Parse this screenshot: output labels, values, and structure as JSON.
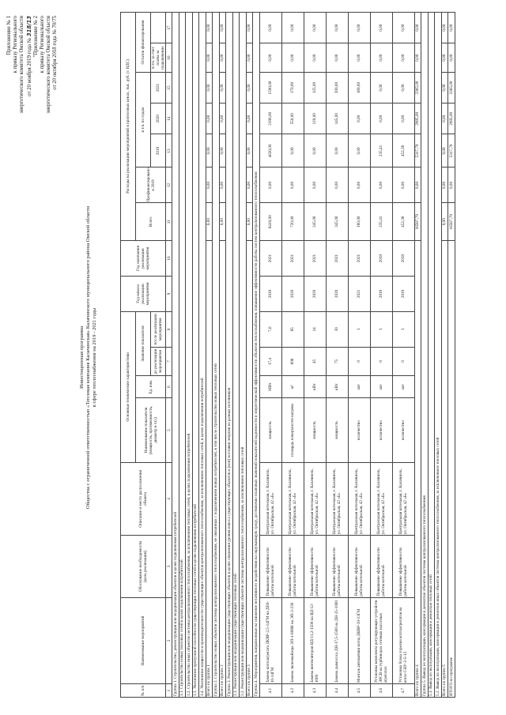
{
  "approval": {
    "l1": "Приложение № 1",
    "l2": "к приказу Регионального",
    "l3": "энергетического комитета Омской области",
    "l4": "от 20 ноября 2019 года №",
    "l4_hand": "318/13",
    "l5": "\"Приложение № 2",
    "l6": "к приказу Регионального",
    "l7": "энергетического комитета Омской области",
    "l8": "от 20 октября 2018 года № 70/75"
  },
  "title": {
    "l1": "Инвестиционная программа",
    "l2": "Общества с ограниченной ответственностью «Тепловая компания Калачинская» Калачинского муниципального района Омской области",
    "l3": "в сфере теплоснабжения на 2019 - 2021 годы"
  },
  "table": {
    "headers": {
      "h1": "№ п/п",
      "h2": "Наименование мероприятий",
      "h3": "Обоснование необходимости (цель реализации)",
      "h4": "Описание и место расположения объекта",
      "h5": "Основные технические характеристики",
      "h5a": "Наименование показателя (мощность, протяженность, диаметр и т.п.)",
      "h5b": "Ед. изм.",
      "h5c": "Значение показателя",
      "h5c1": "до реализации мероприятия",
      "h5c2": "после реализации мероприятия",
      "h6": "Год начала реализации мероприятия",
      "h7": "Год окончания реализации мероприятия",
      "h8": "Расходы на реализацию мероприятий в прогнозных ценах, тыс. руб. (с НДС)",
      "h8a": "Всего",
      "h8b": "Профинансировано к 2019",
      "h8c": "в т.ч. по годам",
      "h8d": "Остаток финансирования",
      "h8d1": "в т.ч. за счет платы за подключение",
      "h8d2": "",
      "y2019": "2019",
      "y2020": "2020",
      "y2021": "2021"
    },
    "colnums": [
      "1",
      "2",
      "3",
      "4",
      "5",
      "6",
      "7",
      "8",
      "9",
      "10",
      "11",
      "12",
      "13",
      "14",
      "15",
      "16",
      "17"
    ],
    "rows": [
      {
        "t": "grp",
        "text": "Группа 1. Строительство, реконструкция или модернизация объектов в целях подключения потребителей"
      },
      {
        "t": "grp",
        "text": "1.1. Строительство новых тепловых сетей в целях подключения потребителей"
      },
      {
        "t": "grp",
        "text": "1.2. Строительство иных объектов системы централизованного теплоснабжения, за исключением тепловых сетей, в целях подключения потребителей"
      },
      {
        "t": "grp",
        "text": "1.3. Увеличение пропускной способности существующих тепловых сетей в целях подключения потребителей"
      },
      {
        "t": "grp",
        "text": "1.4. Увеличение мощности и производительности существующих объектов централизованного теплоснабжения, за исключением тепловых сетей, в целях подключения потребителей"
      },
      {
        "t": "tot",
        "label": "Всего по группе 1",
        "v": [
          "0,00",
          "0,00",
          "0,00",
          "0,00",
          "0,00",
          "0,00",
          "0,00"
        ]
      },
      {
        "t": "grp",
        "text": "Группа 2. Строительство новых объектов системы централизованного теплоснабжения, не связанных с подключением новых потребителей, в том числе строительство новых тепловых сетей"
      },
      {
        "t": "tot",
        "label": "Всего по группе 2",
        "v": [
          "0,00",
          "0,00",
          "0,00",
          "0,00",
          "0,00",
          "0,00",
          "0,00"
        ]
      },
      {
        "t": "grp",
        "text": "Группа 3. Реконструкция или модернизация существующих объектов в целях снижения уровня износа существующих объектов и (или) поставки энергии из разных источников"
      },
      {
        "t": "grp",
        "text": "3.1. Реконструкция или модернизация существующих тепловых сетей"
      },
      {
        "t": "grp",
        "text": "3.2. Реконструкция или модернизация существующих объектов системы централизованного теплоснабжения, за исключением тепловых сетей"
      },
      {
        "t": "tot",
        "label": "Всего по группе 3",
        "v": [
          "0,00",
          "0,00",
          "0,00",
          "0,00",
          "0,00",
          "0,00",
          "0,00"
        ]
      },
      {
        "t": "grp",
        "text": "Группа 4. Мероприятия, направленные на снижение негативного воздействия на окружающую среду, достижение плановых значений показателей надежности и энергетической эффективности объектов теплоснабжения, повышение эффективности работы систем централизованного теплоснабжения"
      },
      {
        "t": "row",
        "c": [
          "4.1",
          "Замена котлоагрегата ДКВР-2,5-14ГМ на ДЕ6-10-14ГМ",
          "Повышение эффективности работы котельной",
          "Центральная котельная, г. Калачинск, ул. Октябрьская, 42 «Б»",
          "мощность",
          "МВт",
          "17,4",
          "7,6",
          "2019",
          "2021",
          "8410,00",
          "0,00",
          "4630,00",
          "2190,00",
          "1590,00",
          "0,00",
          "0,00"
        ]
      },
      {
        "t": "row",
        "c": [
          "4.2",
          "Замена экономайзера ЭП-1-808И на ЭП-2-236",
          "Повышение эффективности работы котельной",
          "Центральная котельная, г. Калачинск, ул. Октябрьская, 42 «Б»",
          "площадь поверхности нагрева",
          "м²",
          "808",
          "85",
          "2020",
          "2021",
          "720,00",
          "0,00",
          "0,00",
          "550,00",
          "170,00",
          "0,00",
          "0,00"
        ]
      },
      {
        "t": "row",
        "c": [
          "4.3",
          "Замена вентиляторов ВД-11,2-1500 на ВД-12-1000",
          "Повышение эффективности работы котельной",
          "Центральная котельная, г. Калачинск, ул. Октябрьская, 42 «Б»",
          "мощность",
          "кВт",
          "45",
          "14",
          "2020",
          "2021",
          "245,00",
          "0,00",
          "0,00",
          "120,00",
          "125,00",
          "0,00",
          "0,00"
        ]
      },
      {
        "t": "row",
        "c": [
          "4.4",
          "Замена дымососа ДН-17,5-1500 на ДН-15-1000",
          "Повышение эффективности работы котельной",
          "Центральная котельная, г. Калачинск, ул. Октябрьская, 42 «Б»",
          "мощность",
          "кВт",
          "75",
          "30",
          "2020",
          "2021",
          "345,00",
          "0,00",
          "0,00",
          "145,00",
          "200,00",
          "0,00",
          "0,00"
        ]
      },
      {
        "t": "row",
        "c": [
          "4.5",
          "Монтаж автоматики котла ДКВР-10-13ГМ",
          "Повышение эффективности работы котельной",
          "Центральная котельная, г. Калачинск, ул. Октябрьская, 42 «Б»",
          "количество",
          "шт",
          "0",
          "1",
          "2021",
          "2021",
          "180,00",
          "0,00",
          "0,00",
          "0,00",
          "180,00",
          "0,00",
          "0,00"
        ]
      },
      {
        "t": "row",
        "c": [
          "4.6",
          "Установка комплекта регулирующих устройств ЭРСВ на турбинорах сетевых насосных агрегатах",
          "Повышение эффективности работы котельной",
          "Центральная котельная, г. Калачинск, ул. Октябрьская, 42 «Б»",
          "количество",
          "шт",
          "0",
          "1",
          "2019",
          "2019",
          "235,41",
          "0,00",
          "235,41",
          "0,00",
          "0,00",
          "0,00",
          "0,00"
        ]
      },
      {
        "t": "row",
        "c": [
          "4.7",
          "Установка блока горелки котлоагрегатов на котле СНУ-2-5-12",
          "Повышение эффективности работы котельной",
          "Центральная котельная, г. Калачинск, ул. Октябрьская, 42 «Б»",
          "количество",
          "шт",
          "0",
          "1",
          "2019",
          "2019",
          "452,38",
          "0,00",
          "452,38",
          "0,00",
          "0,00",
          "0,00",
          "0,00"
        ]
      },
      {
        "t": "tot",
        "label": "Всего по группе 4",
        "v": [
          "16587,79",
          "0,00",
          "5317,79",
          "2905,00",
          "2365,00",
          "0,00",
          "0,00"
        ]
      },
      {
        "t": "grp",
        "text": "Группа 5. Вывод из эксплуатации, консервация и демонтаж объектов системы централизованного теплоснабжения"
      },
      {
        "t": "grp",
        "text": "5.1. Вывод из эксплуатации, консервация и демонтаж тепловых сетей"
      },
      {
        "t": "grp",
        "text": "5.2. Вывод из эксплуатации, консервация и демонтаж иных объектов системы централизованного теплоснабжения, за исключением тепловых сетей"
      },
      {
        "t": "tot",
        "label": "Всего по группе 5",
        "v": [
          "0,00",
          "0,00",
          "0,00",
          "0,00",
          "0,00",
          "0,00",
          "0,00"
        ]
      },
      {
        "t": "tot",
        "label": "ИТОГО по программе",
        "v": [
          "16587,79",
          "0,00",
          "5317,79",
          "2905,00",
          "2365,00",
          "0,00",
          "0,00"
        ]
      }
    ]
  }
}
